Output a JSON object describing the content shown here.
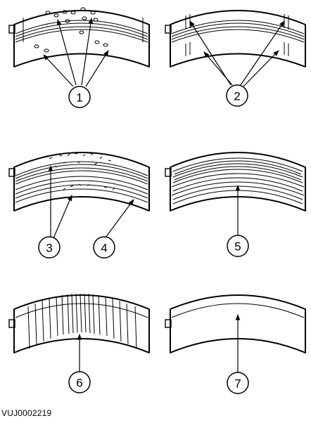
{
  "figure": {
    "code": "VUJ0002219",
    "callouts": [
      "1",
      "2",
      "3",
      "4",
      "5",
      "6",
      "7"
    ]
  }
}
